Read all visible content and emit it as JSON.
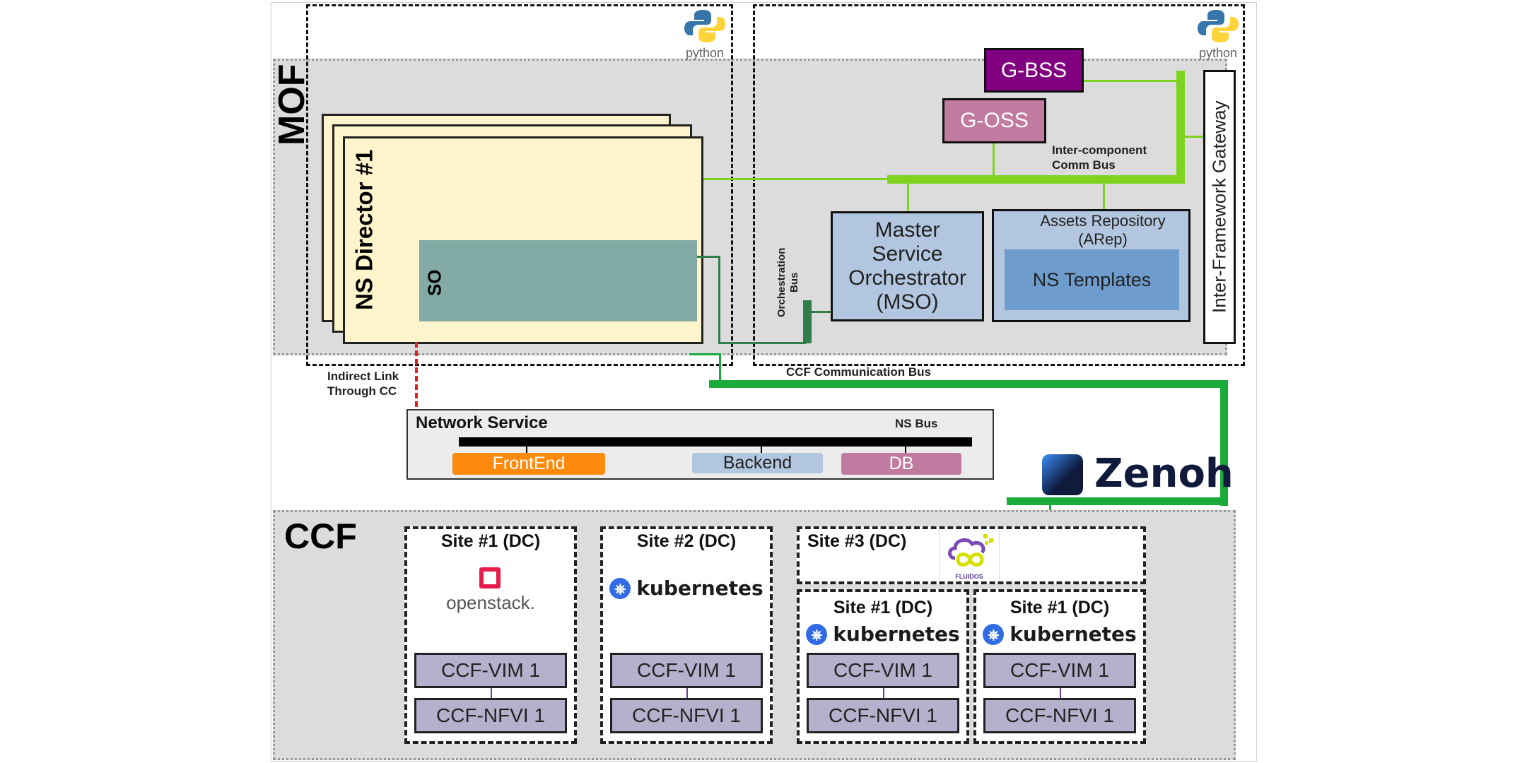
{
  "mof": {
    "label": "MOF",
    "python_logo_text": "python",
    "ns_director": {
      "label": "NS Director #1",
      "so_label": "SO"
    },
    "g_bss": "G-BSS",
    "g_oss": "G-OSS",
    "inter_component_bus": "Inter-component\nComm Bus",
    "orchestration_bus": "Orchestration\nBus",
    "mso": "Master\nService\nOrchestrator\n(MSO)",
    "arep": {
      "title": "Assets Repository\n(ARep)",
      "templates": "NS Templates"
    },
    "gateway": "Inter-Framework Gateway",
    "ccf_comm_bus": "CCF Communication Bus"
  },
  "indirect_link": "Indirect Link\nThrough CC",
  "network_service": {
    "title": "Network Service",
    "bus_label": "NS Bus",
    "components": [
      {
        "label": "FrontEnd",
        "color": "#ff8a0d",
        "text_color": "#ffffff"
      },
      {
        "label": "Backend",
        "color": "#b3c6df",
        "text_color": "#222222"
      },
      {
        "label": "DB",
        "color": "#c27ba0",
        "text_color": "#ffffff"
      }
    ]
  },
  "zenoh": {
    "label": "Zenoh",
    "color": "#0f1a3d"
  },
  "ccf": {
    "label": "CCF",
    "sites": [
      {
        "title": "Site #1 (DC)",
        "platform": "openstack.",
        "vim": "CCF-VIM 1",
        "nfvi": "CCF-NFVI 1"
      },
      {
        "title": "Site #2 (DC)",
        "platform": "kubernetes",
        "vim": "CCF-VIM 1",
        "nfvi": "CCF-NFVI 1"
      },
      {
        "title": "Site #3 (DC)",
        "platform": "FLUIDOS"
      },
      {
        "title": "Site #1 (DC)",
        "platform": "kubernetes",
        "vim": "CCF-VIM 1",
        "nfvi": "CCF-NFVI 1"
      },
      {
        "title": "Site #1 (DC)",
        "platform": "kubernetes",
        "vim": "CCF-VIM 1",
        "nfvi": "CCF-NFVI 1"
      }
    ]
  },
  "colors": {
    "inter_component_bus": "#7ed321",
    "orchestration_bus": "#2e7d4a",
    "ccf_comm_bus": "#1aab3a",
    "indirect_link": "#e02020"
  }
}
